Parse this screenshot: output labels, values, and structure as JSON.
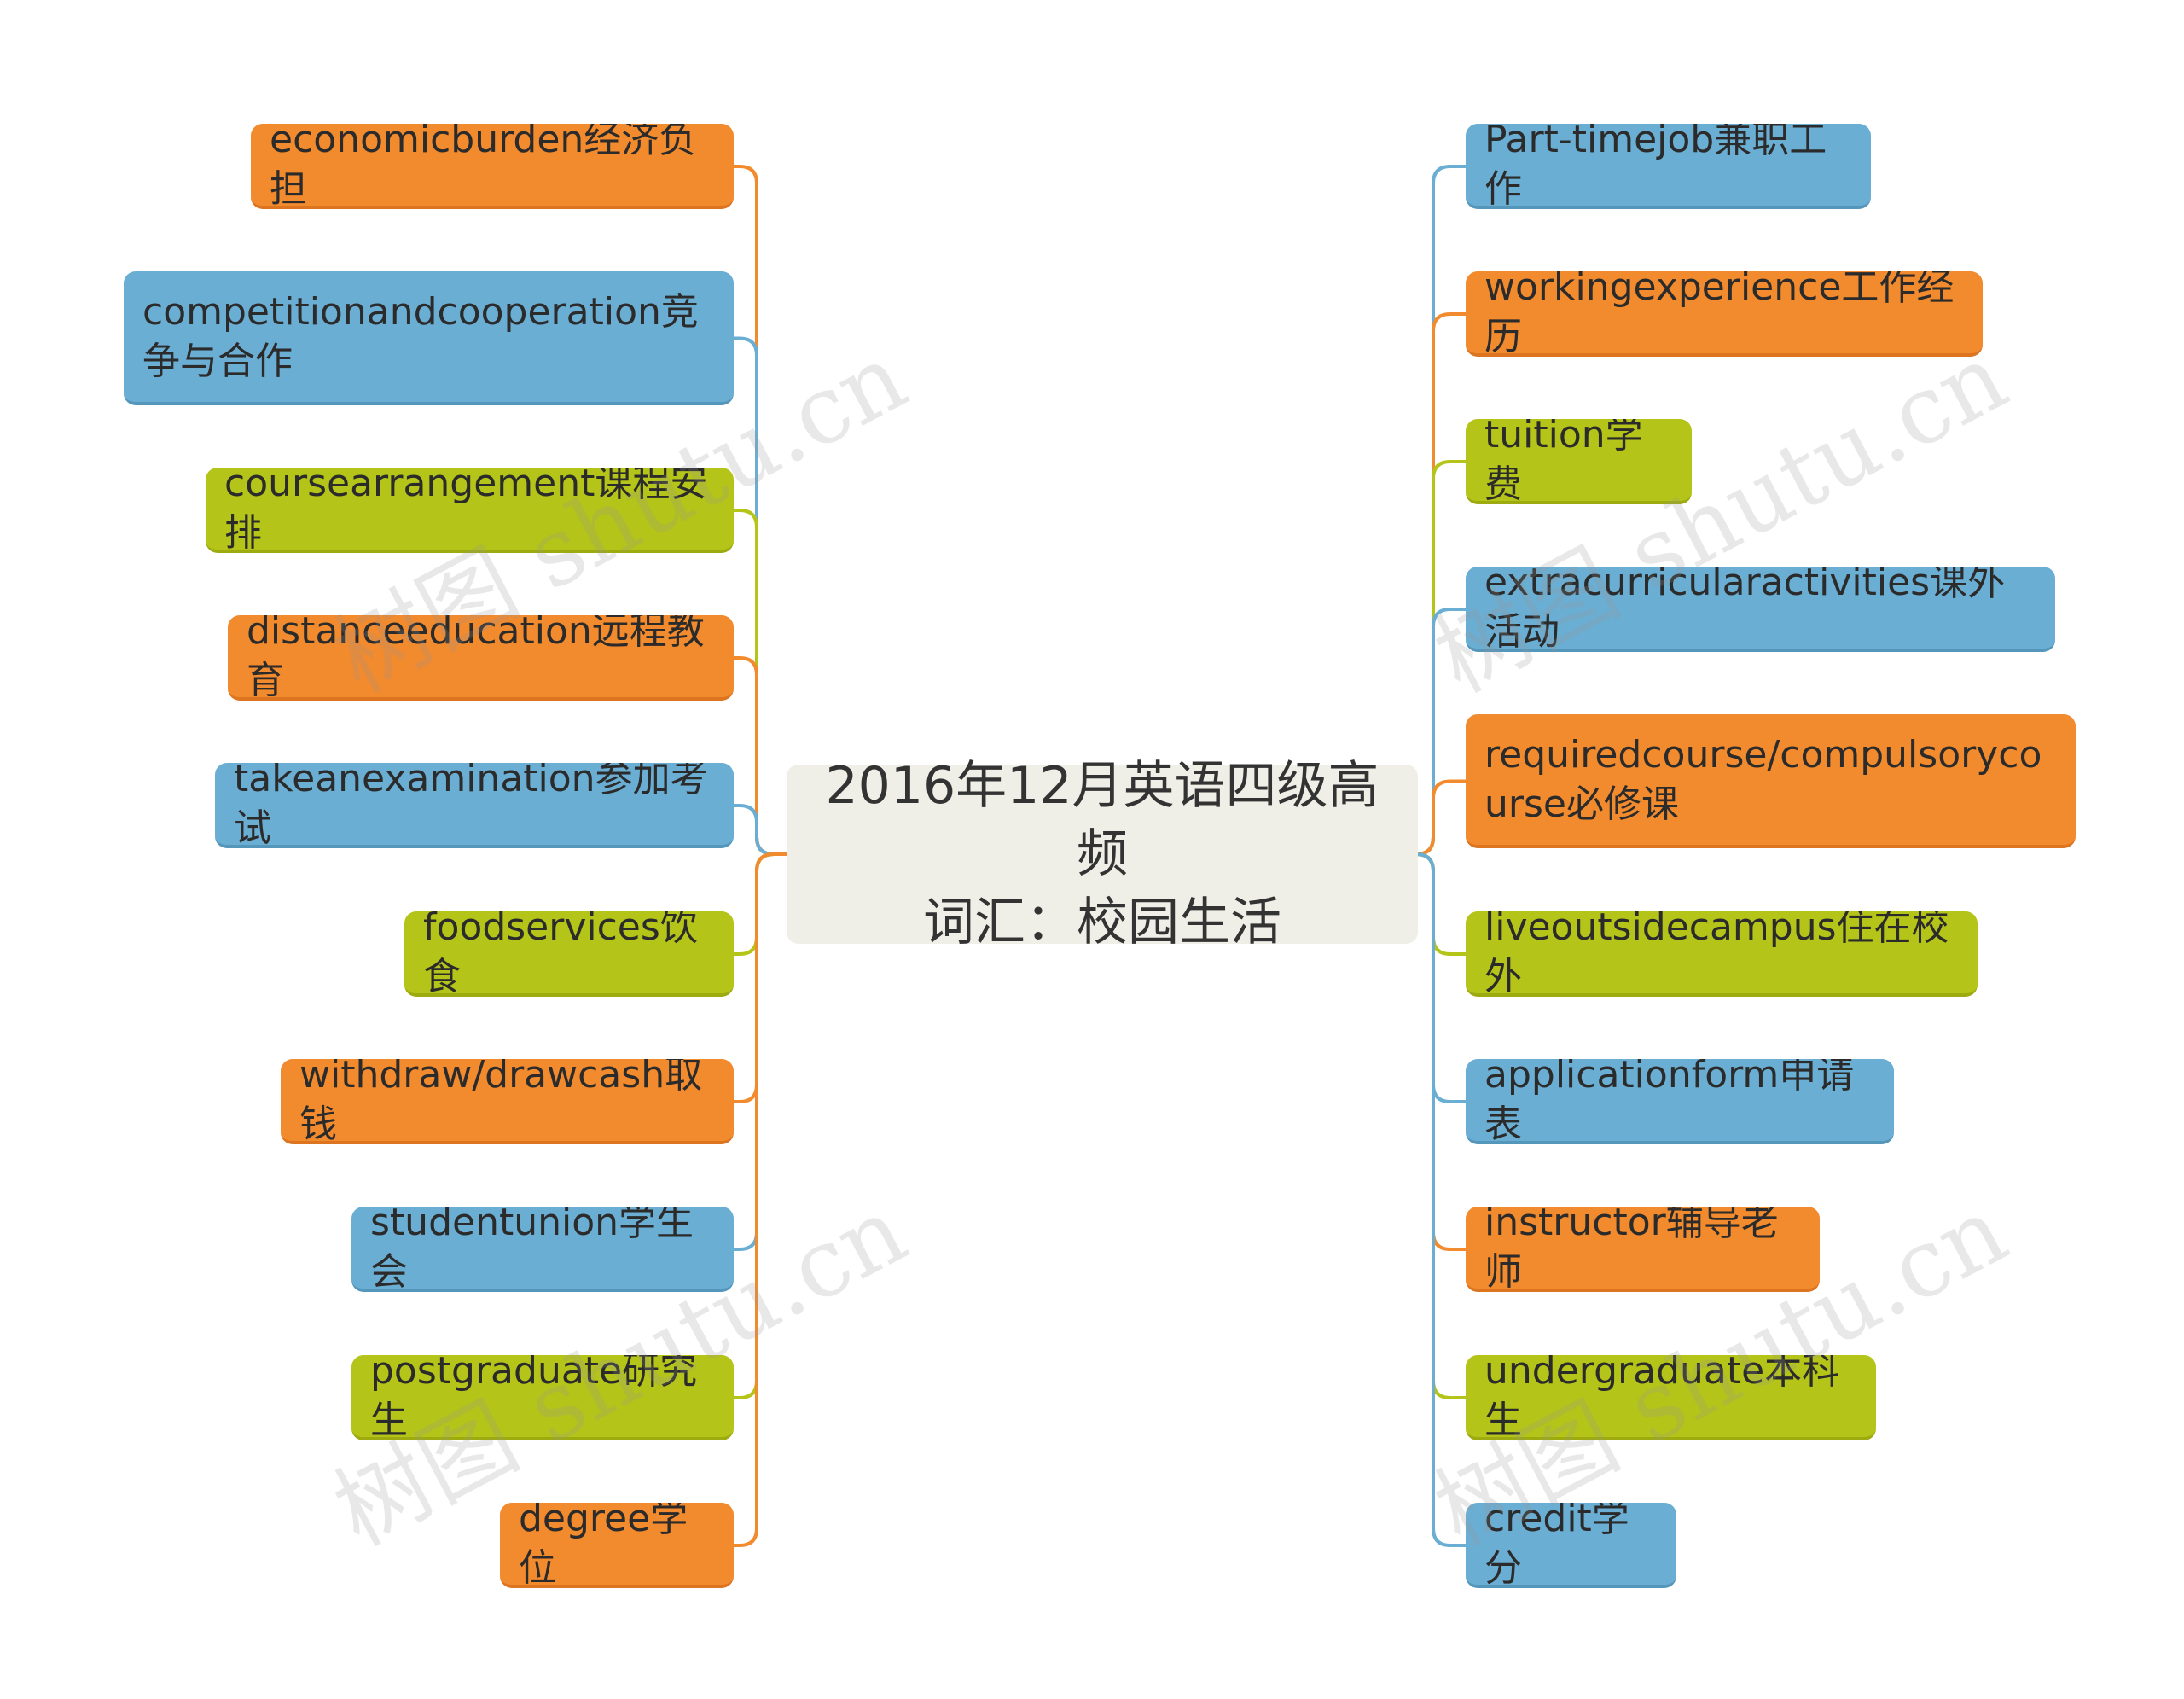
{
  "center": {
    "line1": "2016年12月英语四级高频",
    "line2": "词汇：校园生活"
  },
  "left": [
    {
      "label": "economicburden经济负担",
      "color": "orange"
    },
    {
      "label": "competitionandcooperation竞争与合作",
      "color": "blue"
    },
    {
      "label": "coursearrangement课程安排",
      "color": "green"
    },
    {
      "label": "distanceeducation远程教育",
      "color": "orange"
    },
    {
      "label": "takeanexamination参加考试",
      "color": "blue"
    },
    {
      "label": "foodservices饮食",
      "color": "green"
    },
    {
      "label": "withdraw/drawcash取钱",
      "color": "orange"
    },
    {
      "label": "studentunion学生会",
      "color": "blue"
    },
    {
      "label": "postgraduate研究生",
      "color": "green"
    },
    {
      "label": "degree学位",
      "color": "orange"
    }
  ],
  "right": [
    {
      "label": "Part-timejob兼职工作",
      "color": "blue"
    },
    {
      "label": "workingexperience工作经历",
      "color": "orange"
    },
    {
      "label": "tuition学费",
      "color": "green"
    },
    {
      "label": "extracurricularactivities课外活动",
      "color": "blue"
    },
    {
      "label": "requiredcourse/compulsorycourse必修课",
      "color": "orange"
    },
    {
      "label": "liveoutsidecampus住在校外",
      "color": "green"
    },
    {
      "label": "applicationform申请表",
      "color": "blue"
    },
    {
      "label": "instructor辅导老师",
      "color": "orange"
    },
    {
      "label": "undergraduate本科生",
      "color": "green"
    },
    {
      "label": "credit学分",
      "color": "blue"
    }
  ],
  "colors": {
    "orange": "#f28a2e",
    "blue": "#6baed3",
    "green": "#b5c418"
  },
  "watermark": "树图 shutu.cn"
}
